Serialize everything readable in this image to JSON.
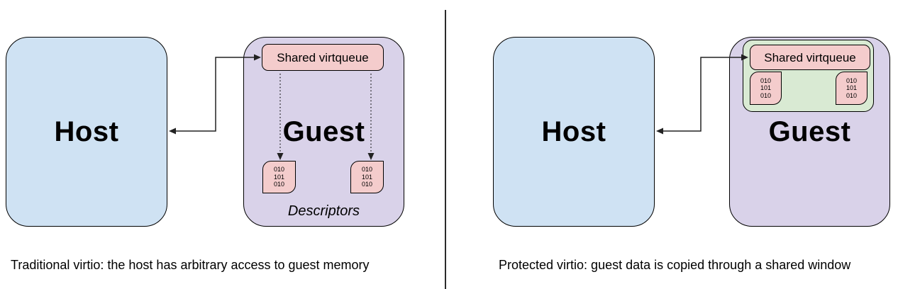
{
  "diagram": {
    "left": {
      "host": "Host",
      "guest": "Guest",
      "virtqueue": "Shared virtqueue",
      "descriptors_label": "Descriptors",
      "descriptor_boxes": [
        [
          "010",
          "101",
          "010"
        ],
        [
          "010",
          "101",
          "010"
        ]
      ],
      "caption": "Traditional virtio: the host has arbitrary access to guest memory"
    },
    "right": {
      "host": "Host",
      "guest": "Guest",
      "virtqueue": "Shared virtqueue",
      "descriptor_boxes": [
        [
          "010",
          "101",
          "010"
        ],
        [
          "010",
          "101",
          "010"
        ]
      ],
      "caption": "Protected virtio: guest data is copied through a shared window"
    }
  },
  "colors": {
    "host_fill": "#cfe2f3",
    "guest_fill": "#d9d2e9",
    "virtqueue_fill": "#f4cccc",
    "descriptor_fill": "#f4cccc",
    "shared_window_fill": "#d9ead3",
    "border": "#000000",
    "arrow": "#222222",
    "background": "#ffffff"
  }
}
